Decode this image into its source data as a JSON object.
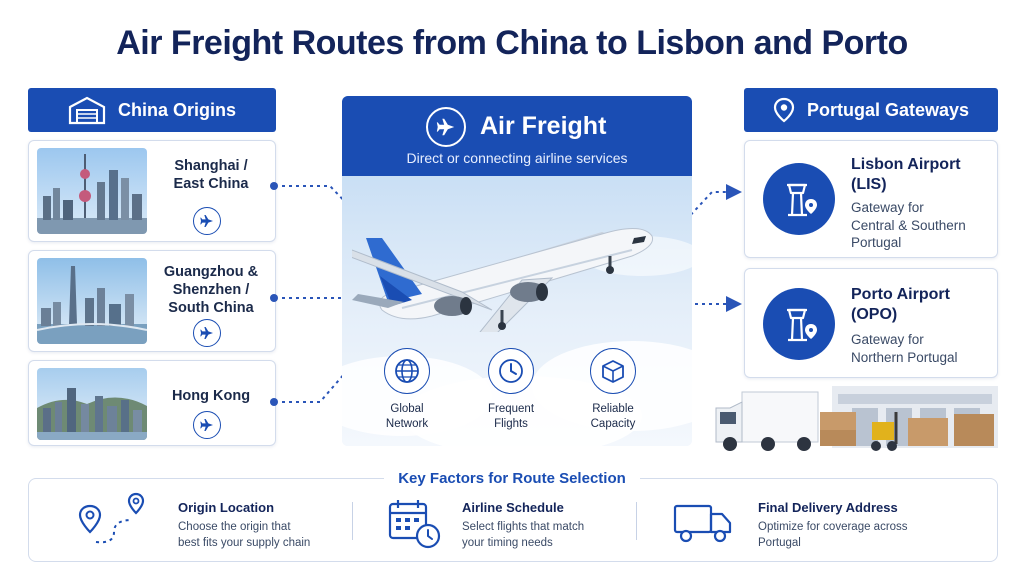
{
  "title": "Air Freight Routes from China to Lisbon and Porto",
  "colors": {
    "brand_blue": "#1a4db3",
    "navy_text": "#13245a",
    "dot_line": "#2a55b8"
  },
  "origins": {
    "header": "China Origins",
    "header_icon": "warehouse-icon",
    "cities": [
      {
        "name": "Shanghai /\nEast China",
        "icon": "plane-icon"
      },
      {
        "name": "Guangzhou &\nShenzhen /\nSouth China",
        "icon": "plane-icon"
      },
      {
        "name": "Hong Kong",
        "icon": "plane-icon"
      }
    ]
  },
  "center": {
    "title": "Air Freight",
    "subtitle": "Direct or connecting airline services",
    "features": [
      {
        "label": "Global\nNetwork",
        "icon": "globe-icon"
      },
      {
        "label": "Frequent\nFlights",
        "icon": "clock-icon"
      },
      {
        "label": "Reliable\nCapacity",
        "icon": "box-icon"
      }
    ]
  },
  "gateways": {
    "header": "Portugal Gateways",
    "header_icon": "location-pin-icon",
    "airports": [
      {
        "name": "Lisbon Airport\n(LIS)",
        "desc": "Gateway for\nCentral & Southern\nPortugal",
        "icon": "control-tower-icon"
      },
      {
        "name": "Porto Airport\n(OPO)",
        "desc": "Gateway for\nNorthern Portugal",
        "icon": "control-tower-icon"
      }
    ]
  },
  "factors": {
    "title": "Key Factors for Route Selection",
    "items": [
      {
        "head": "Origin Location",
        "text": "Choose the origin that\nbest fits your supply chain",
        "icon": "route-pins-icon"
      },
      {
        "head": "Airline Schedule",
        "text": "Select flights that match\nyour timing needs",
        "icon": "calendar-clock-icon"
      },
      {
        "head": "Final Delivery Address",
        "text": "Optimize for coverage across\nPortugal",
        "icon": "truck-icon"
      }
    ]
  }
}
